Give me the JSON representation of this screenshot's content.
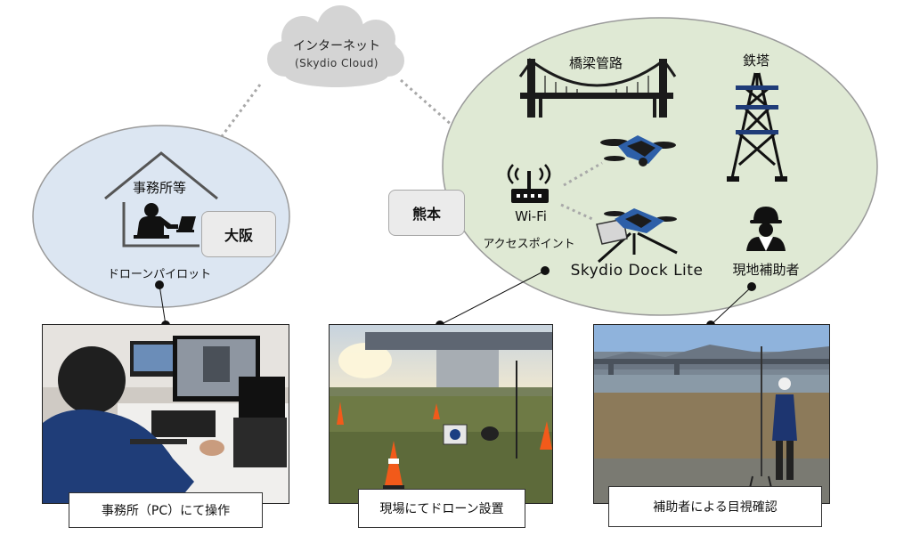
{
  "internet": {
    "title": "インターネット",
    "subtitle": "(Skydio Cloud)"
  },
  "osaka": {
    "office_label": "事務所等",
    "place_label": "大阪",
    "pilot_label": "ドローンパイロット"
  },
  "kumamoto": {
    "place_label": "熊本",
    "bridge_label": "橋梁管路",
    "tower_label": "鉄塔",
    "wifi_label": "Wi-Fi",
    "ap_label": "アクセスポイント",
    "dock_label": "Skydio Dock Lite",
    "helper_label": "現地補助者"
  },
  "photos": [
    {
      "caption": "事務所（PC）にて操作"
    },
    {
      "caption": "現場にてドローン設置"
    },
    {
      "caption": "補助者による目視確認"
    }
  ],
  "colors": {
    "osaka_bubble": "#dce6f2",
    "kumamoto_bubble": "#dfe9d4",
    "bubble_border": "#9a9a9a",
    "cloud": "#d4d4d4",
    "drone_blue": "#2d5fa8"
  }
}
